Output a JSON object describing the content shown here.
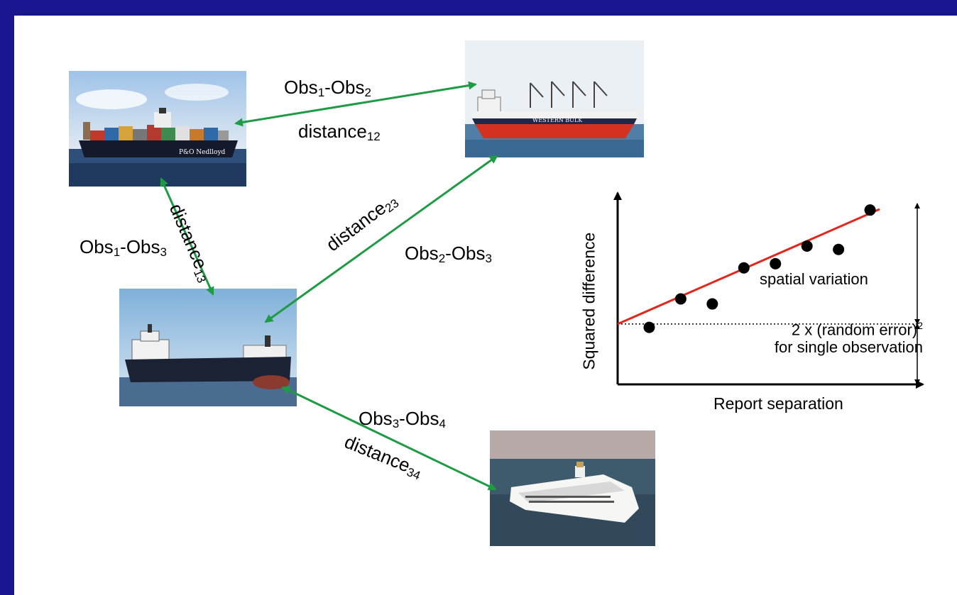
{
  "links": {
    "l12": {
      "obs": "Obs",
      "obs_a": "1",
      "dash": "-Obs",
      "obs_b": "2",
      "dist": "distance",
      "dist_sub": "12"
    },
    "l13": {
      "obs": "Obs",
      "obs_a": "1",
      "dash": "-Obs",
      "obs_b": "3",
      "dist": "distance",
      "dist_sub": "13"
    },
    "l23": {
      "obs": "Obs",
      "obs_a": "2",
      "dash": "-Obs",
      "obs_b": "3",
      "dist": "distance",
      "dist_sub": "23"
    },
    "l34": {
      "obs": "Obs",
      "obs_a": "3",
      "dash": "-Obs",
      "obs_b": "4",
      "dist": "distance",
      "dist_sub": "34"
    }
  },
  "ships": [
    {
      "name": "container-ship",
      "hull_text": "P&O Nedlloyd"
    },
    {
      "name": "bulk-carrier",
      "hull_text": "WESTERN BULK"
    },
    {
      "name": "cargo-ship"
    },
    {
      "name": "cruise-ship"
    }
  ],
  "graph": {
    "ylabel": "Squared difference",
    "xlabel": "Report separation",
    "upper_label": "spatial variation",
    "lower_label_line1": "2 x (random error)",
    "lower_label_sup": "2",
    "lower_label_line2": "for single observation"
  },
  "colors": {
    "background": "#1a1690",
    "arrow": "#1f9a45",
    "fit_line": "#e0281e"
  },
  "chart_data": {
    "type": "scatter",
    "xlabel": "Report separation",
    "ylabel": "Squared difference",
    "points": [
      [
        1,
        0.8
      ],
      [
        2,
        4.2
      ],
      [
        3,
        3.6
      ],
      [
        4,
        7.9
      ],
      [
        5,
        8.4
      ],
      [
        6,
        10.5
      ],
      [
        7,
        10.1
      ],
      [
        8,
        14.8
      ]
    ],
    "fit_line": {
      "intercept": 1.2,
      "slope": 1.65,
      "x0": 0
    },
    "xlim": [
      0,
      9
    ],
    "ylim": [
      -6,
      16
    ],
    "dotted_baseline_y": 1.2,
    "upper_annotation": "spatial variation",
    "lower_annotation": "2 x (random error)2 for single observation",
    "grid": false
  }
}
